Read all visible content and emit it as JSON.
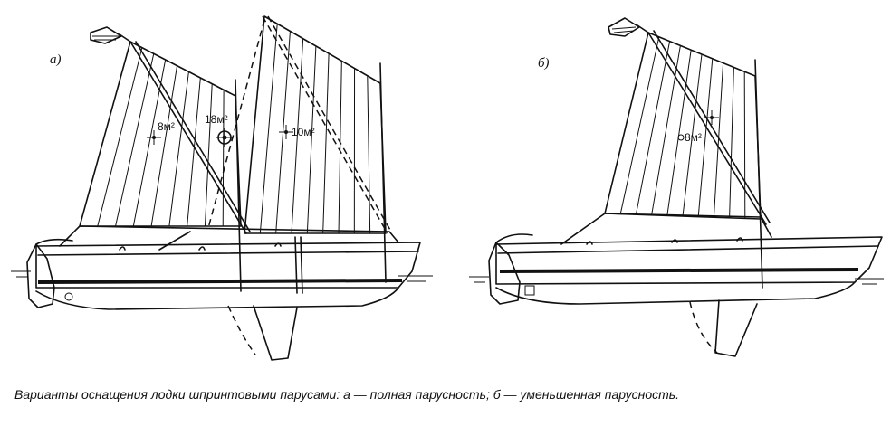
{
  "figure": {
    "left": {
      "label": "а)",
      "sail_area_1": "8м²",
      "sail_area_total": "18м²",
      "sail_area_2": "10м²"
    },
    "right": {
      "label": "б)",
      "sail_area": "8м²"
    }
  },
  "caption": "Варианты оснащения лодки шпринтовыми парусами: а — полная парусность; б — уменьшенная парусность."
}
